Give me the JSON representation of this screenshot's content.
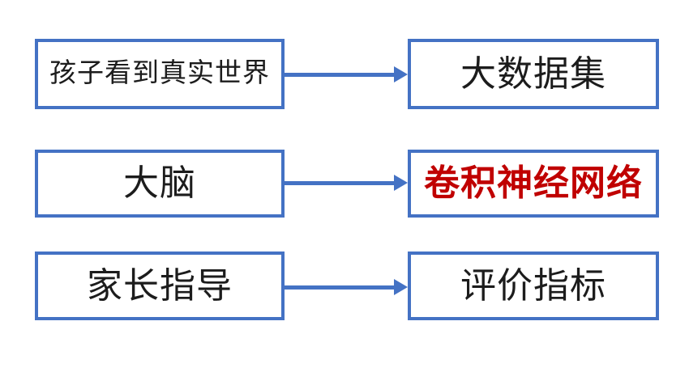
{
  "diagram": {
    "title": "analogy-mapping-flow",
    "colors": {
      "box_border": "#4472C4",
      "arrow": "#4472C4",
      "text": "#1c1c1c",
      "highlight_text": "#C00000"
    },
    "rows": [
      {
        "left": {
          "label": "孩子看到真实世界"
        },
        "right": {
          "label": "大数据集"
        }
      },
      {
        "left": {
          "label": "大脑"
        },
        "right": {
          "label": "卷积神经网络",
          "highlight": true
        }
      },
      {
        "left": {
          "label": "家长指导"
        },
        "right": {
          "label": "评价指标"
        }
      }
    ]
  }
}
